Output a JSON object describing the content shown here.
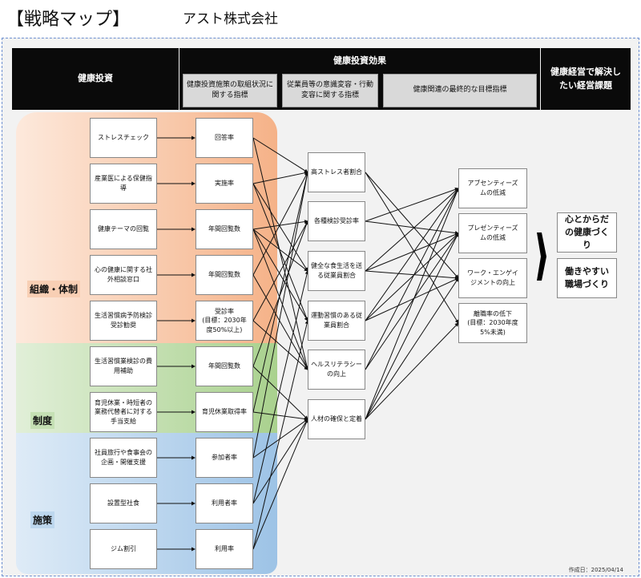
{
  "title": "【戦略マップ】",
  "company": "アスト株式会社",
  "header": {
    "investment": "健康投資",
    "effect": "健康投資効果",
    "effect_sub": [
      "健康投資施策の取組状況に\n関する指標",
      "従業員等の意識変容・行動\n変容に関する指標",
      "健康関連の最終的な目標指標"
    ],
    "issues": "健康経営で解決し\nたい経営課題"
  },
  "regions": [
    "組織・体制",
    "制度",
    "施策"
  ],
  "measures": [
    "ストレスチェック",
    "産業医による保健指\n導",
    "健康テーマの回覧",
    "心の健康に関する社\n外相談窓口",
    "生活習慣病予防検診\n受診勧奨",
    "生活習慣業検診の費\n用補助",
    "育児休業・時短者の\n業務代替者に対する\n手当支給",
    "社員旅行や食事会の\n企画・開催支援",
    "設置型社食",
    "ジム割引"
  ],
  "indicators": [
    "回答率",
    "実施率",
    "年間回覧数",
    "年間回覧数",
    "受診率\n(目標：2030年\n度50%以上)",
    "年間回覧数",
    "育児休業取得率",
    "参加者率",
    "利用者率",
    "利用率"
  ],
  "behaviors": [
    "高ストレス者割合",
    "各種検診受診率",
    "健全な食生活を送\nる従業員割合",
    "運動習慣のある従\n業員割合",
    "ヘルスリテラシー\nの向上",
    "人材の確保と定着"
  ],
  "outcomes": [
    "アブセンティーズ\nムの低減",
    "プレゼンティーズ\nムの低減",
    "ワーク・エンゲイ\nジメントの向上",
    "離職率の低下\n(目標：2030年度\n5%未満)"
  ],
  "issues": [
    "心とからだ\nの健康づく\nり",
    "働きやすい\n職場づくり"
  ],
  "links_indicator_behavior": [
    [
      0,
      0
    ],
    [
      0,
      4
    ],
    [
      1,
      0
    ],
    [
      1,
      2
    ],
    [
      1,
      3
    ],
    [
      2,
      1
    ],
    [
      2,
      2
    ],
    [
      2,
      3
    ],
    [
      2,
      4
    ],
    [
      3,
      0
    ],
    [
      3,
      4
    ],
    [
      4,
      1
    ],
    [
      4,
      4
    ],
    [
      5,
      1
    ],
    [
      5,
      5
    ],
    [
      6,
      0
    ],
    [
      6,
      5
    ],
    [
      7,
      0
    ],
    [
      7,
      5
    ],
    [
      8,
      2
    ],
    [
      8,
      5
    ],
    [
      9,
      3
    ],
    [
      9,
      5
    ]
  ],
  "links_behavior_outcome": [
    [
      0,
      2
    ],
    [
      0,
      3
    ],
    [
      1,
      0
    ],
    [
      1,
      1
    ],
    [
      2,
      0
    ],
    [
      2,
      1
    ],
    [
      2,
      2
    ],
    [
      3,
      0
    ],
    [
      3,
      1
    ],
    [
      3,
      2
    ],
    [
      4,
      0
    ],
    [
      4,
      1
    ],
    [
      5,
      0
    ],
    [
      5,
      1
    ],
    [
      5,
      2
    ],
    [
      5,
      3
    ]
  ],
  "created": "作成日：2025/04/14"
}
